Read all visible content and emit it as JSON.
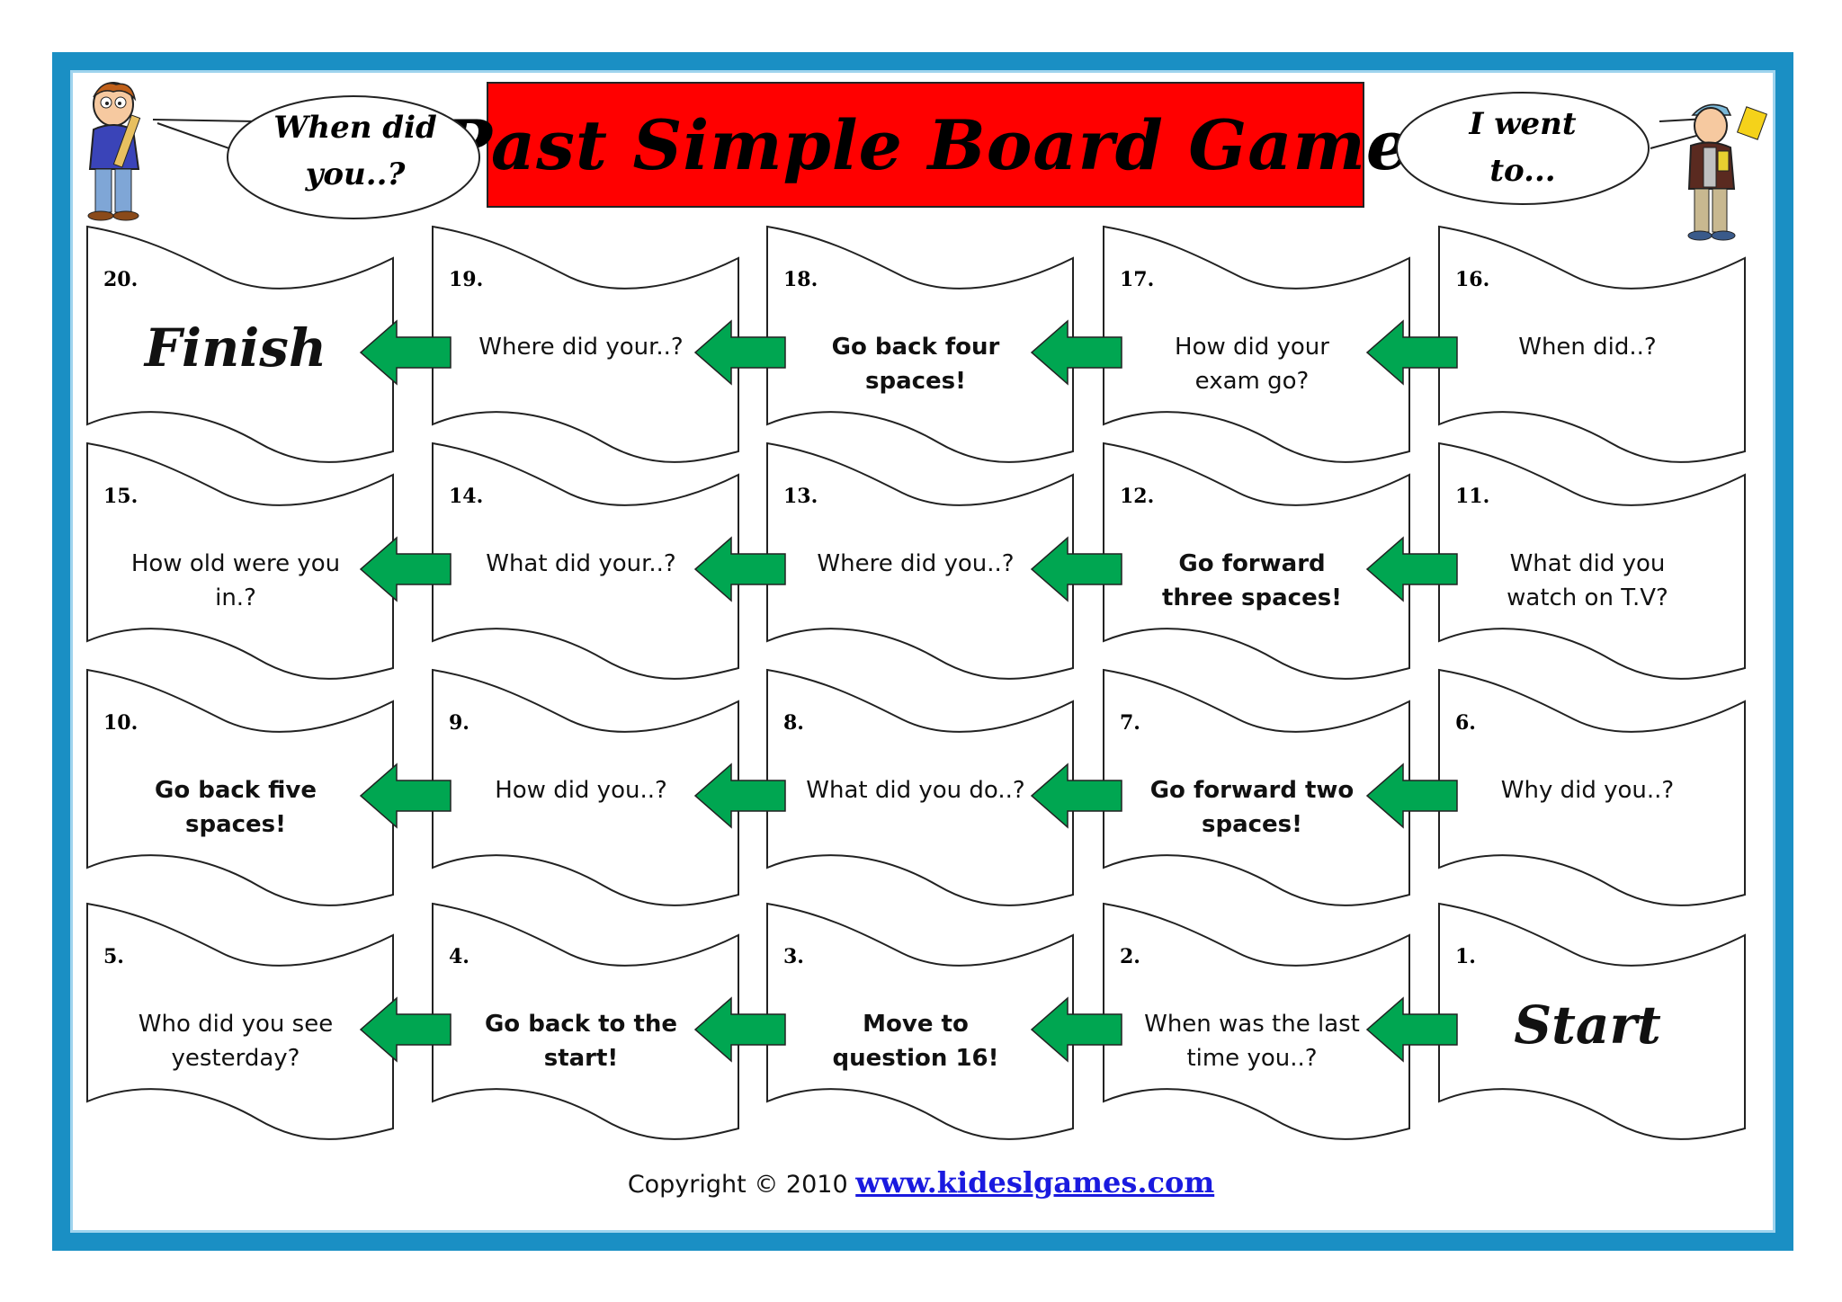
{
  "title": "Past Simple Board Game",
  "left_bubble": {
    "line1": "When did",
    "line2": "you..?"
  },
  "right_bubble": {
    "line1": "I went",
    "line2": "to..."
  },
  "colors": {
    "frame": "#1a8fc4",
    "title_bg": "#ff0000",
    "arrow": "#00a651"
  },
  "cells": [
    {
      "num": "20.",
      "text": "Finish",
      "style": "script"
    },
    {
      "num": "19.",
      "text": "Where did your..?",
      "style": "plain"
    },
    {
      "num": "18.",
      "text": "Go back four spaces!",
      "style": "bold"
    },
    {
      "num": "17.",
      "text": "How did your exam go?",
      "style": "plain"
    },
    {
      "num": "16.",
      "text": "When did..?",
      "style": "plain"
    },
    {
      "num": "15.",
      "text": "How old were you in.?",
      "style": "plain"
    },
    {
      "num": "14.",
      "text": "What did your..?",
      "style": "plain"
    },
    {
      "num": "13.",
      "text": "Where did you..?",
      "style": "plain"
    },
    {
      "num": "12.",
      "text": "Go forward three spaces!",
      "style": "bold"
    },
    {
      "num": "11.",
      "text": "What did you watch on T.V?",
      "style": "plain"
    },
    {
      "num": "10.",
      "text": "Go back five spaces!",
      "style": "bold"
    },
    {
      "num": "9.",
      "text": "How did you..?",
      "style": "plain"
    },
    {
      "num": "8.",
      "text": "What did you do..?",
      "style": "plain"
    },
    {
      "num": "7.",
      "text": "Go forward two spaces!",
      "style": "bold"
    },
    {
      "num": "6.",
      "text": "Why did you..?",
      "style": "plain"
    },
    {
      "num": "5.",
      "text": "Who did you see yesterday?",
      "style": "plain"
    },
    {
      "num": "4.",
      "text": "Go back to the start!",
      "style": "bold"
    },
    {
      "num": "3.",
      "text": "Move to question 16!",
      "style": "bold"
    },
    {
      "num": "2.",
      "text": "When was the last time you..?",
      "style": "plain"
    },
    {
      "num": "1.",
      "text": "Start",
      "style": "script"
    }
  ],
  "footer": {
    "copyright": "Copyright © 2010",
    "link": "www.kideslgames.com"
  }
}
